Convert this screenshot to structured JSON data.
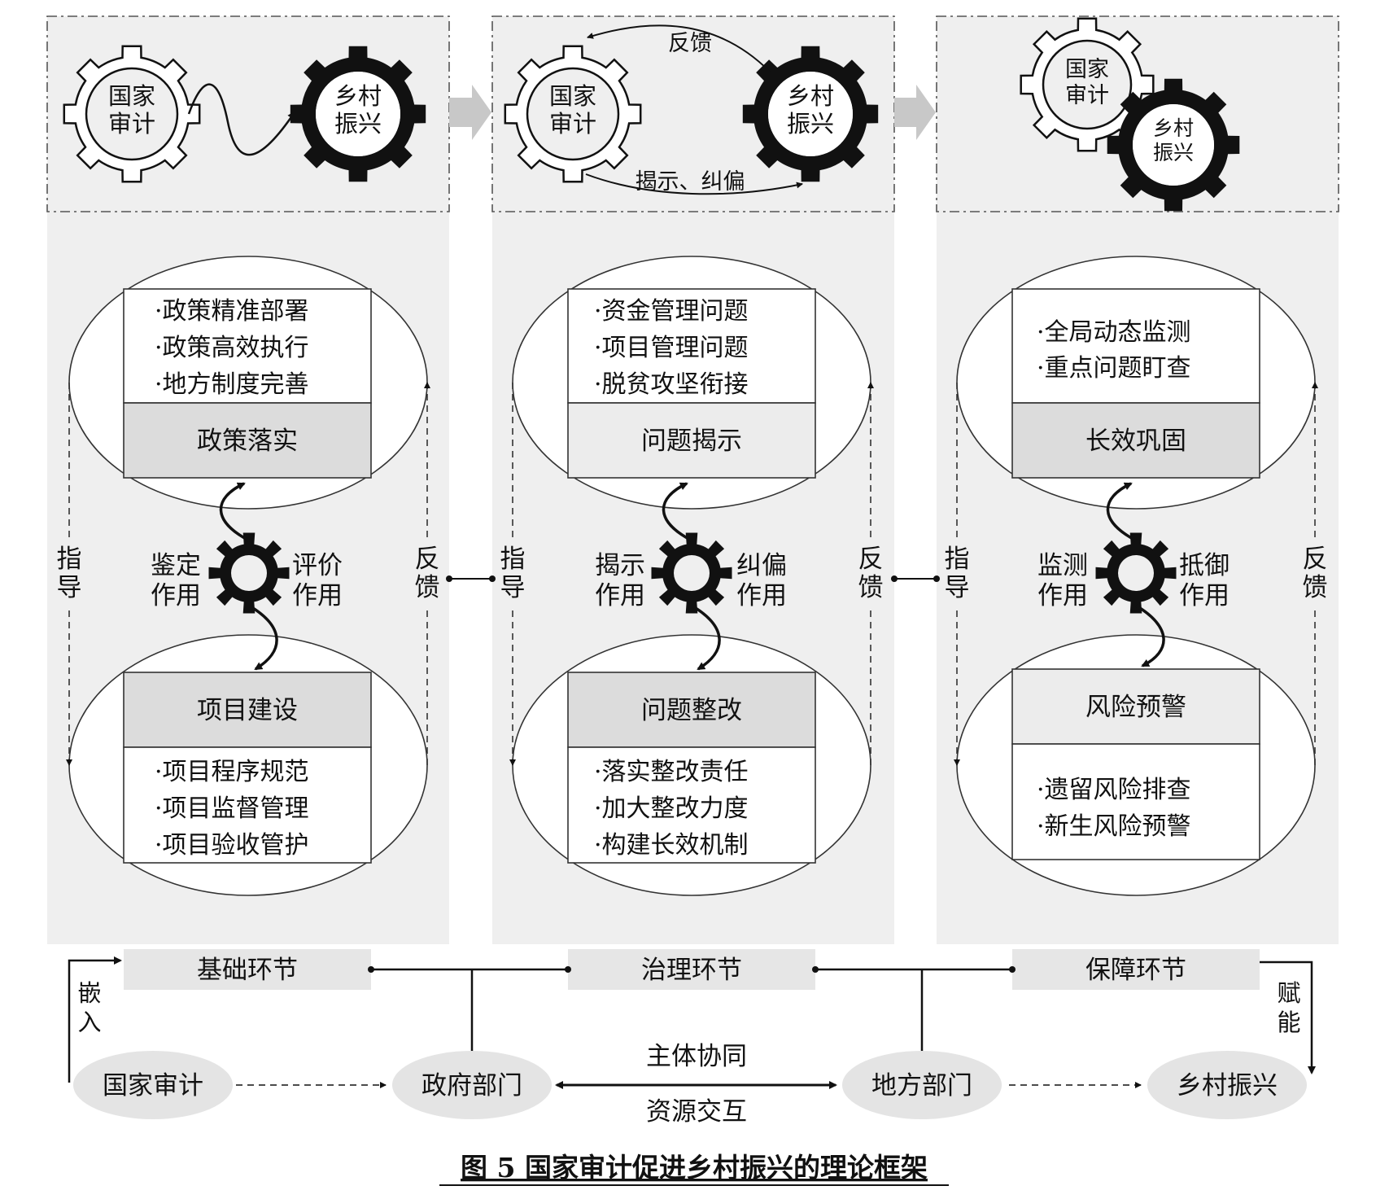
{
  "stages": [
    {
      "gear_left": [
        "国家",
        "审计"
      ],
      "gear_right": [
        "乡村",
        "振兴"
      ],
      "upper_header": "政策落实",
      "upper_items": [
        "·政策精准部署",
        "·政策高效执行",
        "·地方制度完善"
      ],
      "lower_header": "项目建设",
      "lower_items": [
        "·项目程序规范",
        "·项目监督管理",
        "·项目验收管护"
      ],
      "left_role": [
        "鉴定",
        "作用"
      ],
      "right_role": [
        "评价",
        "作用"
      ],
      "guide": [
        "指",
        "导"
      ],
      "feedback": [
        "反",
        "馈"
      ],
      "phase_label": "基础环节"
    },
    {
      "gear_left": [
        "国家",
        "审计"
      ],
      "gear_right": [
        "乡村",
        "振兴"
      ],
      "top_arrow_label": "反馈",
      "bottom_arrow_label": "揭示、纠偏",
      "upper_header": "问题揭示",
      "upper_items": [
        "·资金管理问题",
        "·项目管理问题",
        "·脱贫攻坚衔接"
      ],
      "lower_header": "问题整改",
      "lower_items": [
        "·落实整改责任",
        "·加大整改力度",
        "·构建长效机制"
      ],
      "left_role": [
        "揭示",
        "作用"
      ],
      "right_role": [
        "纠偏",
        "作用"
      ],
      "guide": [
        "指",
        "导"
      ],
      "feedback": [
        "反",
        "馈"
      ],
      "phase_label": "治理环节"
    },
    {
      "gear_left": [
        "国家",
        "审计"
      ],
      "gear_right": [
        "乡村",
        "振兴"
      ],
      "upper_header": "长效巩固",
      "upper_items": [
        "·全局动态监测",
        "·重点问题盯查"
      ],
      "lower_header": "风险预警",
      "lower_items": [
        "·遗留风险排查",
        "·新生风险预警"
      ],
      "left_role": [
        "监测",
        "作用"
      ],
      "right_role": [
        "抵御",
        "作用"
      ],
      "guide": [
        "指",
        "导"
      ],
      "feedback": [
        "反",
        "馈"
      ],
      "phase_label": "保障环节"
    }
  ],
  "bottom": {
    "actors": [
      "国家审计",
      "政府部门",
      "地方部门",
      "乡村振兴"
    ],
    "embed_label": [
      "嵌",
      "入"
    ],
    "empower_label": [
      "赋",
      "能"
    ],
    "middle_top": "主体协同",
    "middle_bottom": "资源交互"
  },
  "caption": "图 5  国家审计促进乡村振兴的理论框架",
  "colors": {
    "panel": "#efefef",
    "header": "#dcdcdc",
    "gear_dark": "#111111",
    "actor": "#e4e4e4"
  }
}
